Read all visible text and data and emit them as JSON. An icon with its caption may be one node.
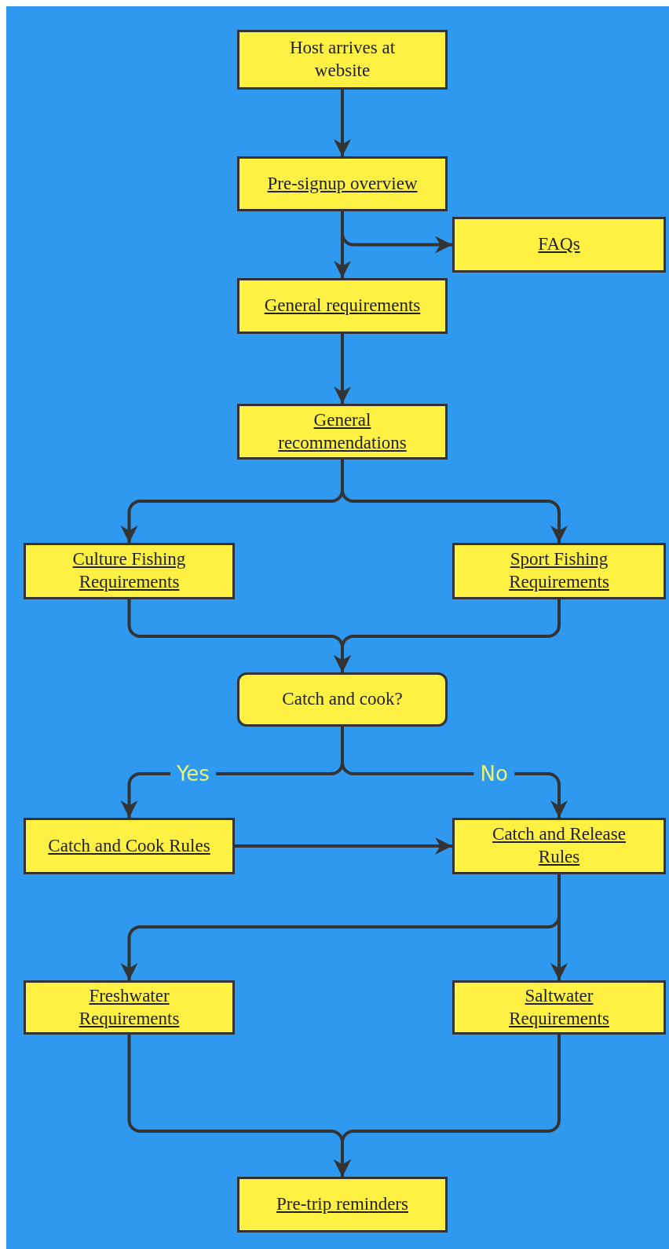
{
  "diagram": {
    "nodes": [
      {
        "text": [
          "Host arrives at website"
        ]
      },
      {
        "text": [
          "Pre-signup overview"
        ]
      },
      {
        "text": [
          "FAQs"
        ]
      },
      {
        "text": [
          "General requirements"
        ]
      },
      {
        "text": [
          "General recommendations"
        ]
      },
      {
        "text": [
          "Culture Fishing Requirements"
        ]
      },
      {
        "text": [
          "Sport Fishing Requirements"
        ]
      },
      {
        "text": [
          "Catch and cook?"
        ]
      },
      {
        "text": [
          "Catch and Cook Rules"
        ]
      },
      {
        "text": [
          "Catch and Release Rules"
        ]
      },
      {
        "text": [
          "Freshwater Requirements"
        ]
      },
      {
        "text": [
          "Saltwater Requirements"
        ]
      },
      {
        "text": [
          "Pre-trip reminders"
        ]
      }
    ],
    "edges": [
      {
        "from": 0,
        "to": 1,
        "arrow": "to"
      },
      {
        "from": 1,
        "to": 3,
        "arrow": "to"
      },
      {
        "from": 1,
        "to": 2,
        "arrow": "to"
      },
      {
        "from": 3,
        "to": 4,
        "arrow": "to"
      },
      {
        "from": 4,
        "to": 5,
        "arrow": "to"
      },
      {
        "from": 4,
        "to": 6,
        "arrow": "to"
      },
      {
        "from": 5,
        "to": 7,
        "arrow": "to"
      },
      {
        "from": 6,
        "to": 7,
        "arrow": "to"
      },
      {
        "from": 7,
        "to": 8,
        "arrow": "to",
        "label": "Yes"
      },
      {
        "from": 7,
        "to": 9,
        "arrow": "to",
        "label": "No"
      },
      {
        "from": 8,
        "to": 9,
        "arrow": "to"
      },
      {
        "from": 9,
        "to": 10,
        "arrow": "to"
      },
      {
        "from": 9,
        "to": 11,
        "arrow": "to"
      },
      {
        "from": 10,
        "to": 12,
        "arrow": "to"
      },
      {
        "from": 11,
        "to": 12,
        "arrow": "to"
      }
    ]
  }
}
